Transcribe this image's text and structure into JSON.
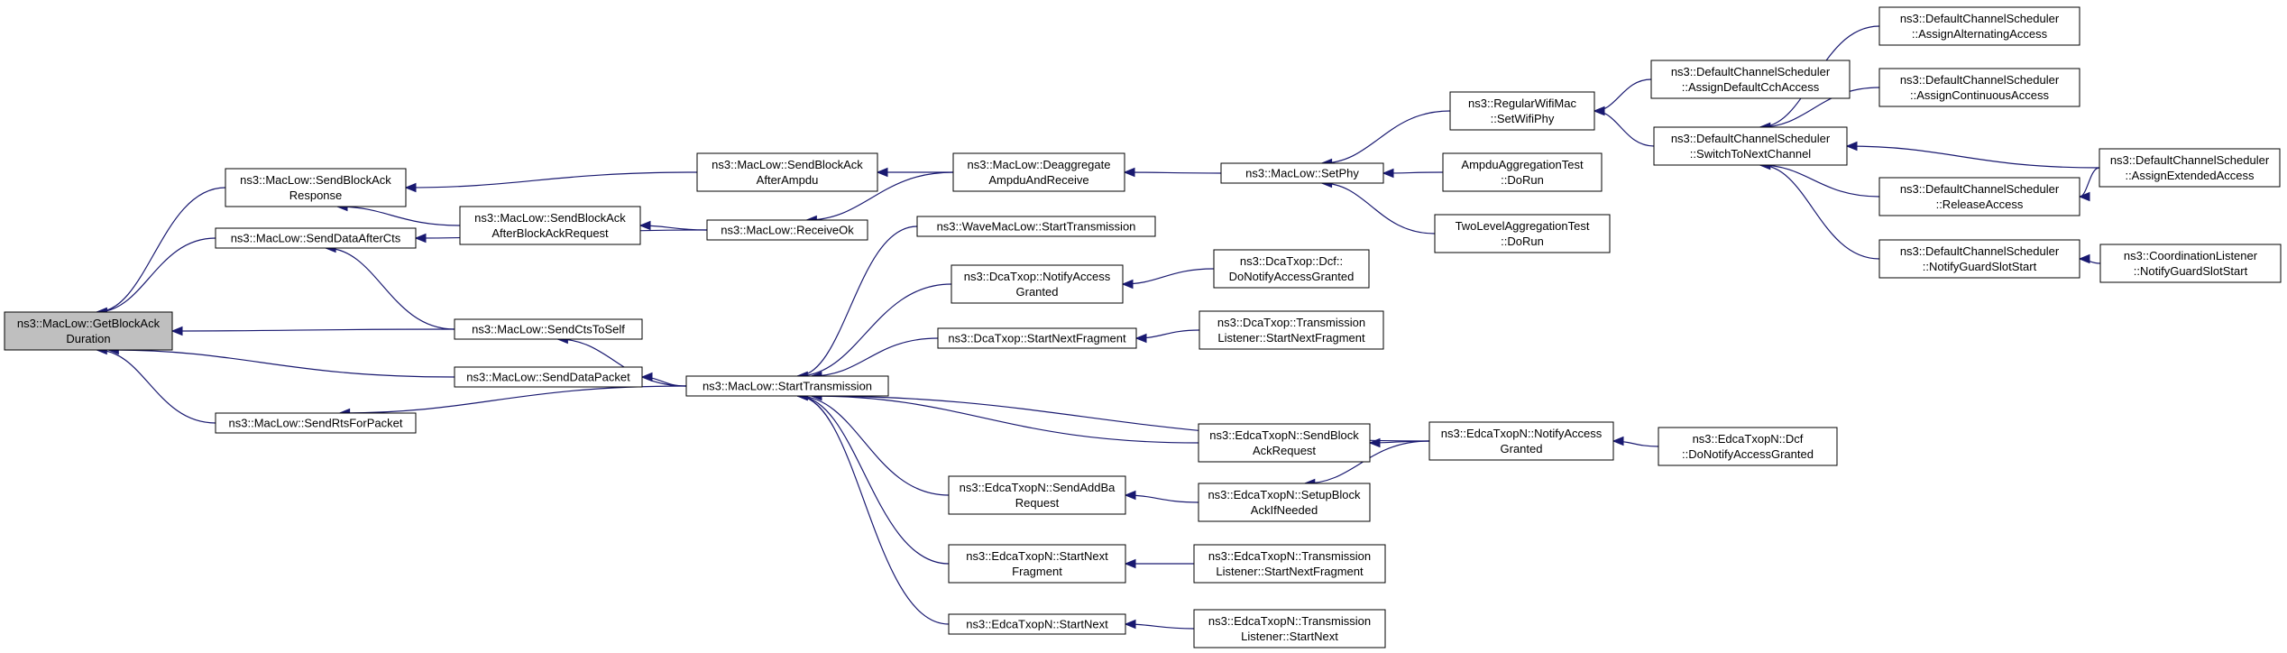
{
  "nodes": [
    {
      "id": "n0",
      "lines": [
        "ns3::MacLow::GetBlockAck",
        "Duration"
      ],
      "root": true
    },
    {
      "id": "n1",
      "lines": [
        "ns3::MacLow::SendBlockAck",
        "Response"
      ]
    },
    {
      "id": "n2",
      "lines": [
        "ns3::MacLow::SendDataAfterCts"
      ]
    },
    {
      "id": "n3",
      "lines": [
        "ns3::MacLow::SendCtsToSelf"
      ]
    },
    {
      "id": "n4",
      "lines": [
        "ns3::MacLow::SendDataPacket"
      ]
    },
    {
      "id": "n5",
      "lines": [
        "ns3::MacLow::SendRtsForPacket"
      ]
    },
    {
      "id": "n6",
      "lines": [
        "ns3::MacLow::SendBlockAck",
        "AfterAmpdu"
      ]
    },
    {
      "id": "n7",
      "lines": [
        "ns3::MacLow::SendBlockAck",
        "AfterBlockAckRequest"
      ]
    },
    {
      "id": "n8",
      "lines": [
        "ns3::MacLow::ReceiveOk"
      ]
    },
    {
      "id": "n9",
      "lines": [
        "ns3::MacLow::StartTransmission"
      ]
    },
    {
      "id": "n10",
      "lines": [
        "ns3::MacLow::Deaggregate",
        "AmpduAndReceive"
      ]
    },
    {
      "id": "n11",
      "lines": [
        "ns3::MacLow::SetPhy"
      ]
    },
    {
      "id": "n12",
      "lines": [
        "ns3::RegularWifiMac",
        "::SetWifiPhy"
      ]
    },
    {
      "id": "n13",
      "lines": [
        "AmpduAggregationTest",
        "::DoRun"
      ]
    },
    {
      "id": "n14",
      "lines": [
        "TwoLevelAggregationTest",
        "::DoRun"
      ]
    },
    {
      "id": "n15",
      "lines": [
        "ns3::DefaultChannelScheduler",
        "::AssignDefaultCchAccess"
      ]
    },
    {
      "id": "n16",
      "lines": [
        "ns3::DefaultChannelScheduler",
        "::SwitchToNextChannel"
      ]
    },
    {
      "id": "n17",
      "lines": [
        "ns3::DefaultChannelScheduler",
        "::AssignAlternatingAccess"
      ]
    },
    {
      "id": "n18",
      "lines": [
        "ns3::DefaultChannelScheduler",
        "::AssignContinuousAccess"
      ]
    },
    {
      "id": "n19",
      "lines": [
        "ns3::DefaultChannelScheduler",
        "::ReleaseAccess"
      ]
    },
    {
      "id": "n20",
      "lines": [
        "ns3::DefaultChannelScheduler",
        "::AssignExtendedAccess"
      ]
    },
    {
      "id": "n21",
      "lines": [
        "ns3::DefaultChannelScheduler",
        "::NotifyGuardSlotStart"
      ]
    },
    {
      "id": "n22",
      "lines": [
        "ns3::CoordinationListener",
        "::NotifyGuardSlotStart"
      ]
    },
    {
      "id": "n23",
      "lines": [
        "ns3::WaveMacLow::StartTransmission"
      ]
    },
    {
      "id": "n24",
      "lines": [
        "ns3::DcaTxop::NotifyAccess",
        "Granted"
      ]
    },
    {
      "id": "n25",
      "lines": [
        "ns3::DcaTxop::Dcf::",
        "DoNotifyAccessGranted"
      ]
    },
    {
      "id": "n26",
      "lines": [
        "ns3::DcaTxop::StartNextFragment"
      ]
    },
    {
      "id": "n27",
      "lines": [
        "ns3::DcaTxop::Transmission",
        "Listener::StartNextFragment"
      ]
    },
    {
      "id": "n28",
      "lines": [
        "ns3::EdcaTxopN::SendBlock",
        "AckRequest"
      ]
    },
    {
      "id": "n29",
      "lines": [
        "ns3::EdcaTxopN::NotifyAccess",
        "Granted"
      ]
    },
    {
      "id": "n30",
      "lines": [
        "ns3::EdcaTxopN::Dcf",
        "::DoNotifyAccessGranted"
      ]
    },
    {
      "id": "n31",
      "lines": [
        "ns3::EdcaTxopN::SendAddBa",
        "Request"
      ]
    },
    {
      "id": "n32",
      "lines": [
        "ns3::EdcaTxopN::SetupBlock",
        "AckIfNeeded"
      ]
    },
    {
      "id": "n33",
      "lines": [
        "ns3::EdcaTxopN::StartNext",
        "Fragment"
      ]
    },
    {
      "id": "n34",
      "lines": [
        "ns3::EdcaTxopN::Transmission",
        "Listener::StartNextFragment"
      ]
    },
    {
      "id": "n35",
      "lines": [
        "ns3::EdcaTxopN::StartNext"
      ]
    },
    {
      "id": "n36",
      "lines": [
        "ns3::EdcaTxopN::Transmission",
        "Listener::StartNext"
      ]
    }
  ],
  "edges": [
    {
      "from": "n1",
      "to": "n0"
    },
    {
      "from": "n2",
      "to": "n0"
    },
    {
      "from": "n3",
      "to": "n0"
    },
    {
      "from": "n4",
      "to": "n0"
    },
    {
      "from": "n5",
      "to": "n0"
    },
    {
      "from": "n6",
      "to": "n1"
    },
    {
      "from": "n7",
      "to": "n1"
    },
    {
      "from": "n8",
      "to": "n7"
    },
    {
      "from": "n8",
      "to": "n2"
    },
    {
      "from": "n3",
      "to": "n2"
    },
    {
      "from": "n9",
      "to": "n3"
    },
    {
      "from": "n9",
      "to": "n4"
    },
    {
      "from": "n9",
      "to": "n5"
    },
    {
      "from": "n10",
      "to": "n6"
    },
    {
      "from": "n10",
      "to": "n8"
    },
    {
      "from": "n11",
      "to": "n10"
    },
    {
      "from": "n12",
      "to": "n11"
    },
    {
      "from": "n13",
      "to": "n11"
    },
    {
      "from": "n14",
      "to": "n11"
    },
    {
      "from": "n15",
      "to": "n12"
    },
    {
      "from": "n16",
      "to": "n12"
    },
    {
      "from": "n17",
      "to": "n16"
    },
    {
      "from": "n18",
      "to": "n16"
    },
    {
      "from": "n19",
      "to": "n16"
    },
    {
      "from": "n20",
      "to": "n16"
    },
    {
      "from": "n21",
      "to": "n16"
    },
    {
      "from": "n20",
      "to": "n19"
    },
    {
      "from": "n22",
      "to": "n21"
    },
    {
      "from": "n23",
      "to": "n9"
    },
    {
      "from": "n24",
      "to": "n9"
    },
    {
      "from": "n26",
      "to": "n9"
    },
    {
      "from": "n28",
      "to": "n9"
    },
    {
      "from": "n29",
      "to": "n9"
    },
    {
      "from": "n31",
      "to": "n9"
    },
    {
      "from": "n33",
      "to": "n9"
    },
    {
      "from": "n35",
      "to": "n9"
    },
    {
      "from": "n25",
      "to": "n24"
    },
    {
      "from": "n27",
      "to": "n26"
    },
    {
      "from": "n29",
      "to": "n28"
    },
    {
      "from": "n32",
      "to": "n31"
    },
    {
      "from": "n29",
      "to": "n32"
    },
    {
      "from": "n30",
      "to": "n29"
    },
    {
      "from": "n34",
      "to": "n33"
    },
    {
      "from": "n36",
      "to": "n35"
    }
  ]
}
